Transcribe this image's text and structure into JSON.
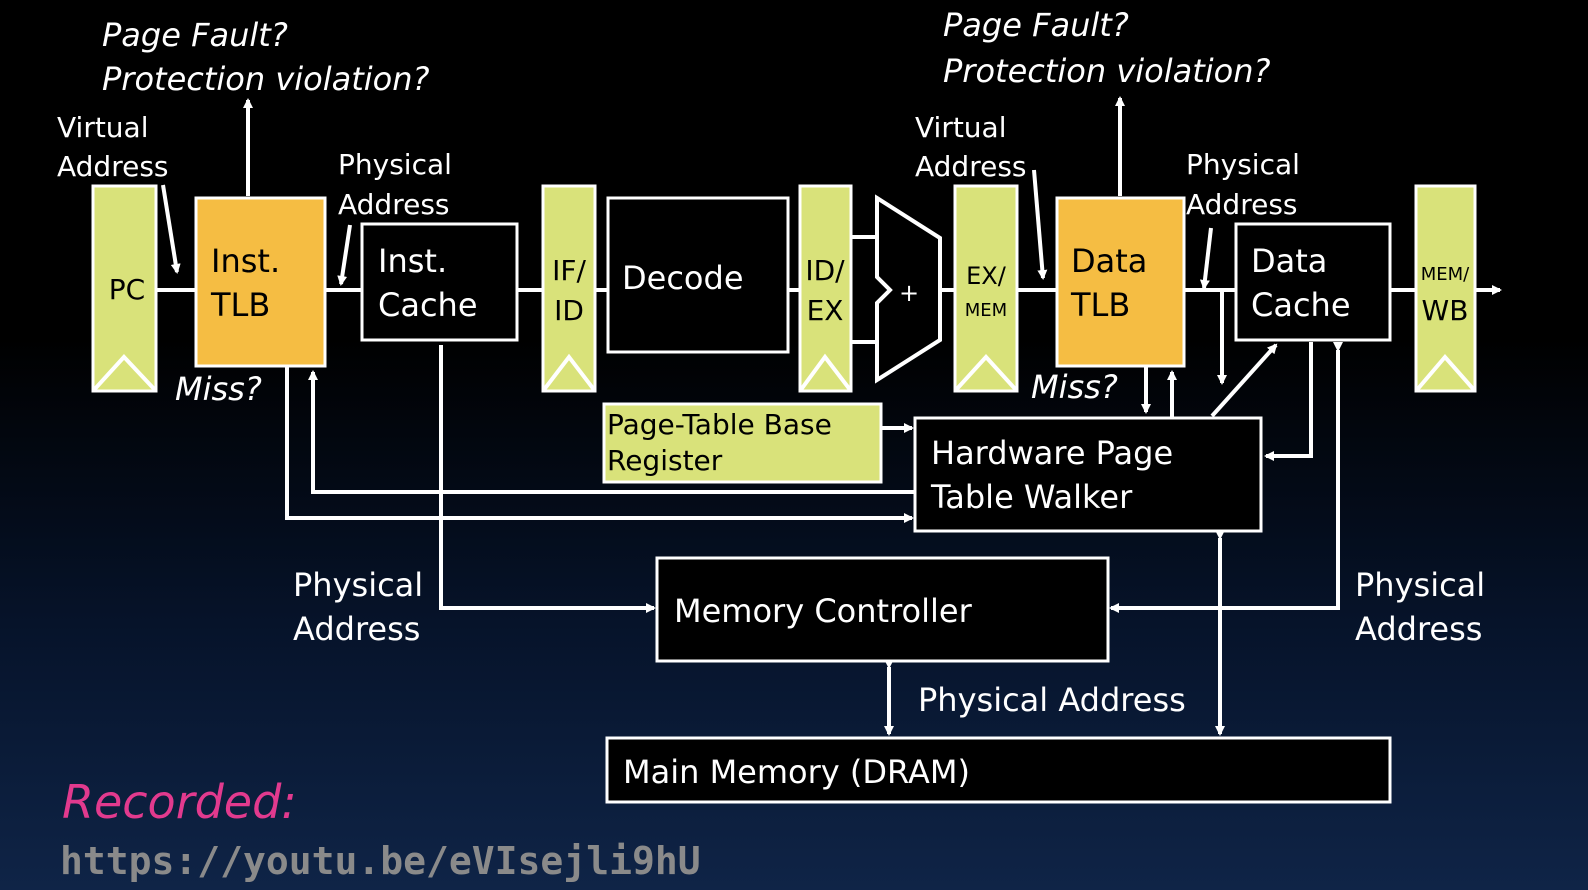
{
  "top_left": {
    "line1": "Page Fault?",
    "line2": "Protection violation?"
  },
  "top_right": {
    "line1": "Page Fault?",
    "line2": "Protection violation?"
  },
  "labels": {
    "va_left_1": "Virtual",
    "va_left_2": "Address",
    "pa_itlb_1": "Physical",
    "pa_itlb_2": "Address",
    "va_right_1": "Virtual",
    "va_right_2": "Address",
    "pa_dtlb_1": "Physical",
    "pa_dtlb_2": "Address",
    "miss_left": "Miss?",
    "miss_right": "Miss?",
    "pa_mid_left_1": "Physical",
    "pa_mid_left_2": "Address",
    "pa_mid_right_1": "Physical",
    "pa_mid_right_2": "Address",
    "pa_bottom": "Physical Address"
  },
  "blocks": {
    "pc": "PC",
    "itlb_1": "Inst.",
    "itlb_2": "TLB",
    "icache_1": "Inst.",
    "icache_2": "Cache",
    "ifid_1": "IF/",
    "ifid_2": "ID",
    "decode": "Decode",
    "idex_1": "ID/",
    "idex_2": "EX",
    "alu_op": "+",
    "exmem_1": "EX/",
    "exmem_2": "MEM",
    "dtlb_1": "Data",
    "dtlb_2": "TLB",
    "dcache_1": "Data",
    "dcache_2": "Cache",
    "memwb_1": "MEM/",
    "memwb_2": "WB",
    "ptbr_1": "Page-Table Base",
    "ptbr_2": "Register",
    "ptw_1": "Hardware Page",
    "ptw_2": "Table Walker",
    "memctrl": "Memory Controller",
    "dram": "Main Memory (DRAM)"
  },
  "footer": {
    "recorded": "Recorded:",
    "url": "https://youtu.be/eVIsejli9hU"
  },
  "colors": {
    "register": "#d9e27a",
    "tlb": "#f5bd43",
    "recorded": "#e23a8e"
  }
}
